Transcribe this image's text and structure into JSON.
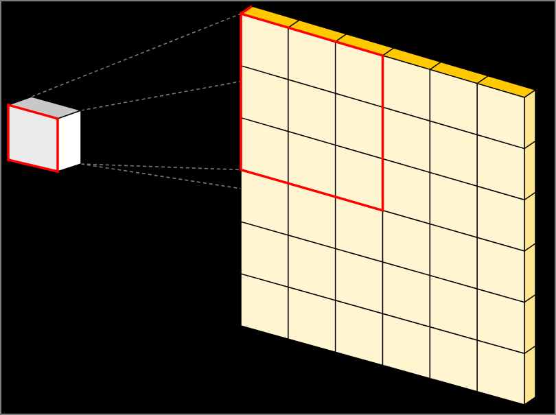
{
  "diagram": {
    "grid": {
      "rows": 6,
      "cols": 6
    },
    "receptive_field": {
      "rows": 3,
      "cols": 3
    },
    "colors": {
      "background": "#000000",
      "frame": "#7f7f7f",
      "cell_face": "#fff5d0",
      "grid_top": "#ffc800",
      "grid_side": "#ffe690",
      "grid_line": "#000000",
      "highlight": "#ff0000",
      "kernel_face": "#ebebeb",
      "kernel_top": "#c8c8c8",
      "kernel_side": "#ffffff",
      "connector": "#7a7a7a"
    }
  }
}
